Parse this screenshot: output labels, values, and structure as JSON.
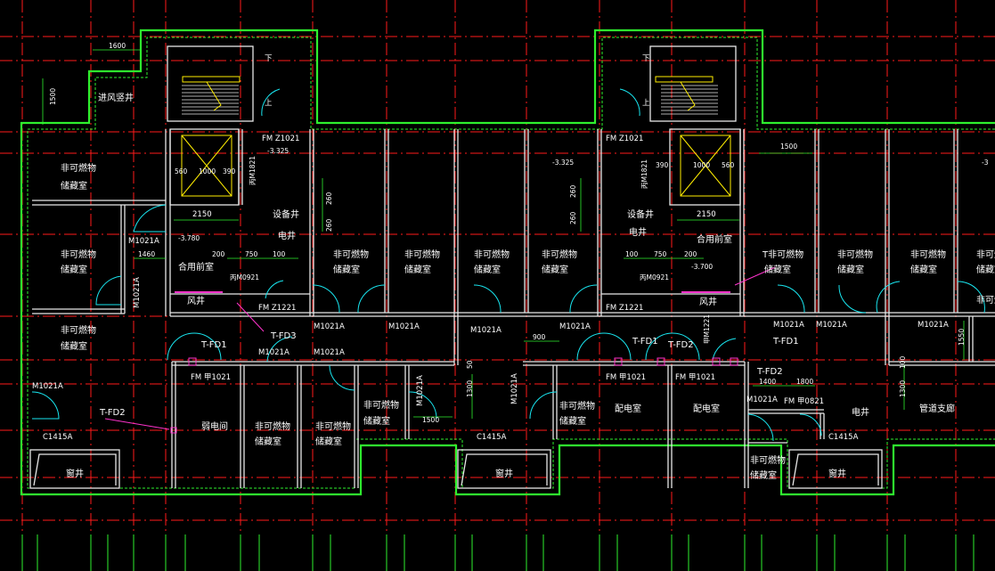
{
  "rooms": [
    {
      "id": "r1",
      "line1": "非可燃物",
      "line2": "储藏室"
    },
    {
      "id": "r2",
      "line1": "非可燃物",
      "line2": "储藏室"
    },
    {
      "id": "r3",
      "line1": "非可燃物",
      "line2": "储藏室"
    },
    {
      "id": "r4",
      "line1": "非可燃物",
      "line2": "储藏室"
    },
    {
      "id": "r5",
      "line1": "非可燃物",
      "line2": "储藏室"
    },
    {
      "id": "r6",
      "line1": "非可燃物",
      "line2": "储藏室"
    },
    {
      "id": "r7",
      "line1": "非可燃物",
      "line2": "储藏室"
    },
    {
      "id": "r8",
      "line1": "非可燃物",
      "line2": "储藏室"
    },
    {
      "id": "r9",
      "line1": "T非可燃物",
      "line2": "储藏室"
    },
    {
      "id": "r10",
      "line1": "非可燃物",
      "line2": "储藏室"
    },
    {
      "id": "r11",
      "line1": "非可燃物",
      "line2": "储藏室"
    },
    {
      "id": "r12",
      "line1": "非可燃物",
      "line2": "储藏室"
    },
    {
      "id": "r13",
      "line1": "非可燃物",
      "line2": "储藏室"
    },
    {
      "id": "r14",
      "line1": "非可燃物",
      "line2": "储藏室"
    },
    {
      "id": "r15",
      "line1": "非可燃物",
      "line2": "储藏室"
    },
    {
      "id": "r16",
      "line1": "非可燃物",
      "line2": "储藏室"
    },
    {
      "id": "r17",
      "line1": "非可燃物",
      "line2": "储藏室"
    }
  ],
  "labels": {
    "jinfeng": "进风竖井",
    "shebeijing": "设备井",
    "dianjing": "电井",
    "heyongqianshi": "合用前室",
    "fengjing": "风井",
    "ruodianjian": "弱电间",
    "peidianshi": "配电室",
    "chuangjing": "窗井",
    "guandaozhilang": "管道支廊",
    "xia": "下",
    "shang": "上"
  },
  "tags": {
    "m1021a": "M1021A",
    "fm_jia1021": "FM 甲1021",
    "fm_z1221": "FM Z1221",
    "fm_z1021": "FM Z1021",
    "bing_m0921": "丙M0921",
    "bing_m1821": "丙M1821",
    "t_fd1": "T-FD1",
    "t_fd2": "T-FD2",
    "t_fd3": "T-FD3",
    "c1415a": "C1415A",
    "fm_jia0821": "FM 甲0821",
    "jia_m1221": "甲M1221",
    "fm_jia1021b": "FM 甲1021"
  },
  "dims": {
    "d1600": "1600",
    "d1500": "1500",
    "d2150": "2150",
    "d1460": "1460",
    "d200": "200",
    "d750": "750",
    "d100": "100",
    "d260": "260",
    "d900": "900",
    "d1300": "1300",
    "d1400": "1400",
    "d1800": "1800",
    "d1550": "1550",
    "d560": "560",
    "d1000": "1000",
    "d390": "390",
    "d50": "50",
    "lv3325": "-3.325",
    "lv3780": "-3.780",
    "lv3700": "-3.700",
    "lv3": "-3"
  },
  "colors": {
    "background": "#000000",
    "axis": "#ff1a1a",
    "wall": "#2ef02e",
    "door": "#19e6f0",
    "text": "#ffffff",
    "elevator": "#ffee00",
    "firedoor": "#ff33cc"
  }
}
